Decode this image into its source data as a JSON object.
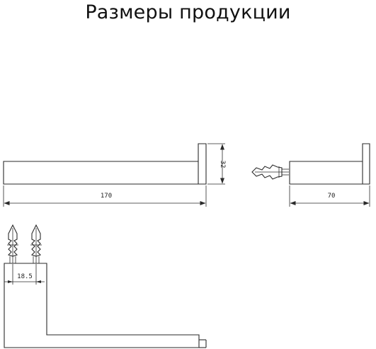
{
  "title": "Размеры продукции",
  "dimensions": {
    "length": "170",
    "height": "32",
    "depth": "70",
    "anchor_spacing": "18.5"
  },
  "icons": [
    "wall-anchor-icon",
    "wall-plug-icon"
  ]
}
